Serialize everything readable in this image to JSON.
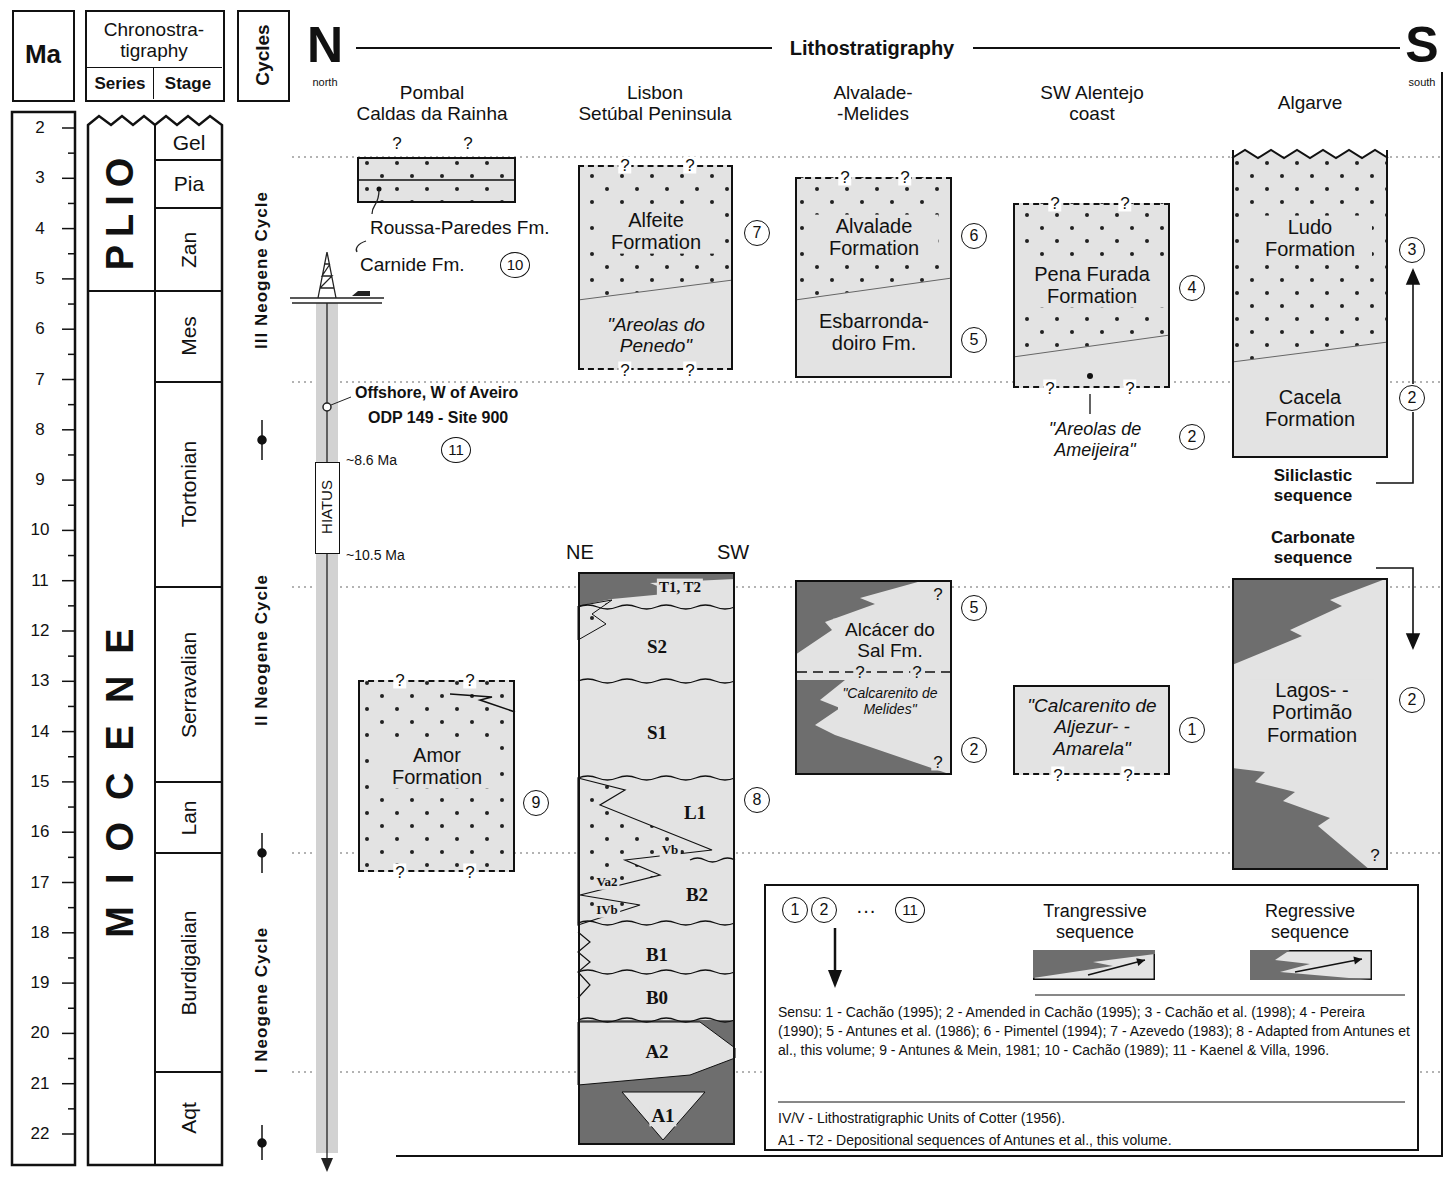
{
  "diagram": {
    "nodes": [
      {
        "text": [
          "Ma"
        ]
      },
      {
        "text": [
          "Chronostra- tigraphy"
        ]
      },
      {
        "text": [
          "Series"
        ],
        "in": 1
      },
      {
        "text": [
          "Stage"
        ],
        "in": 1
      },
      {
        "text": [
          "Cycles"
        ]
      },
      {
        "text": [
          "HIATUS"
        ]
      },
      {
        "text": [
          "Alfeite Formation",
          "\"Areolas do Penedo\""
        ]
      },
      {
        "text": [
          "Alvalade Formation",
          "Esbarronda- doiro Fm."
        ]
      },
      {
        "text": [
          "Pena Furada Formation"
        ]
      },
      {
        "text": [
          "Ludo Formation",
          "Cacela Formation"
        ]
      },
      {
        "text": [
          "Amor Formation"
        ]
      },
      {
        "text": [
          "T1, T2",
          "S2",
          "S1",
          "L1",
          "Vb",
          "Va2",
          "B2",
          "IVb",
          "B1",
          "B0",
          "A2",
          "A1"
        ]
      },
      {
        "text": [
          "Alcácer do Sal Fm.",
          "\"Calcarenito de Melides\""
        ]
      },
      {
        "text": [
          "\"Calcarenito de Aljezur- -Amarela\""
        ]
      },
      {
        "text": [
          "Lagos- -Portimão Formation"
        ]
      }
    ],
    "labels": [
      "2",
      "3",
      "4",
      "5",
      "6",
      "7",
      "8",
      "9",
      "10",
      "11",
      "12",
      "13",
      "14",
      "15",
      "16",
      "17",
      "18",
      "19",
      "20",
      "21",
      "22",
      "PLIO",
      "MIOCENE",
      "Gel",
      "Pia",
      "Zan",
      "Mes",
      "Tortonian",
      "Serravalian",
      "Lan",
      "Burdigalian",
      "Aqt",
      "III Neogene Cycle",
      "II Neogene Cycle",
      "I Neogene Cycle",
      "N",
      "north",
      "Lithostratigraphy",
      "S",
      "south",
      "Pombal",
      "Caldas da Rainha",
      "Lisbon",
      "Setúbal Peninsula",
      "Alvalade-",
      "-Melides",
      "SW Alentejo",
      "coast",
      "Algarve",
      "Roussa-Paredes Fm.",
      "Carnide Fm.",
      "10",
      "Offshore, W of Aveiro",
      "ODP 149 - Site 900",
      "11",
      "~8.6 Ma",
      "~10.5 Ma",
      "7",
      "6",
      "5",
      "4",
      "3",
      "2",
      "\"Areolas de Ameijeira\"",
      "2",
      "Siliclastic sequence",
      "Carbonate sequence",
      "NE",
      "SW",
      "8",
      "9",
      "5",
      "2",
      "1",
      "2",
      "1",
      "2",
      "···",
      "11",
      "Sensu: 1 - Cachão (1995); 2 - Amended in Cachão (1995); 3 - Cachão et al. (1998); 4 - Pereira (1990); 5 - Antunes et al. (1986); 6 - Pimentel (1994); 7 - Azevedo (1983); 8 - Adapted from Antunes et al., this volume; 9 - Antunes & Mein, 1981; 10 - Cachão (1989); 11 - Kaenel & Villa, 1996.",
      "IV/V - Lithostratigraphic Units of Cotter (1956).",
      "A1 - T2 - Depositional sequences of Antunes et al., this volume.",
      "?",
      "?",
      "?",
      "?",
      "?",
      "?",
      "?",
      "?",
      "?",
      "?",
      "?",
      "?",
      "?",
      "?",
      "?",
      "?",
      "?",
      "?",
      "?",
      "?",
      "?",
      "?",
      "?"
    ],
    "legend": [
      {
        "text": "Trangressive sequence"
      },
      {
        "text": "Regressive sequence"
      }
    ]
  }
}
